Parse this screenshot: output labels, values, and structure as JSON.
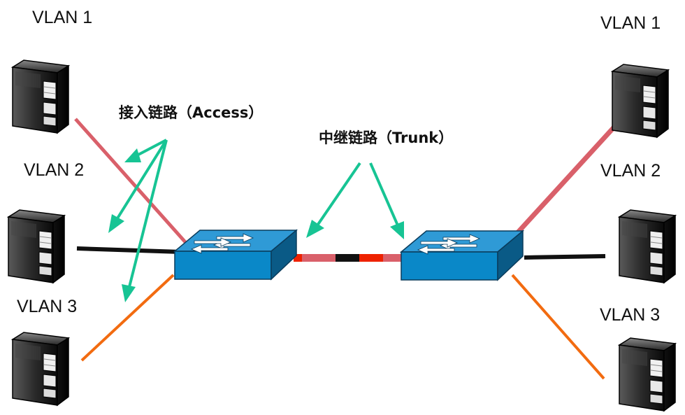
{
  "diagram": {
    "left_hosts": [
      {
        "vlan_label": "VLAN 1"
      },
      {
        "vlan_label": "VLAN 2"
      },
      {
        "vlan_label": "VLAN 3"
      }
    ],
    "right_hosts": [
      {
        "vlan_label": "VLAN 1"
      },
      {
        "vlan_label": "VLAN 2"
      },
      {
        "vlan_label": "VLAN 3"
      }
    ],
    "access_label": "接入链路（Access）",
    "trunk_label": "中继链路（Trunk）",
    "colors": {
      "vlan1": "#d9606a",
      "vlan2": "#111111",
      "vlan3": "#f26b10",
      "trunk_red": "#ee2200",
      "arrow": "#17c494",
      "switch_top": "#2f9ad6",
      "switch_front": "#0a88c8",
      "switch_side": "#0a5a86"
    },
    "icons": {
      "host": "server-tower-icon",
      "switch": "network-switch-icon",
      "arrow": "annotation-arrow"
    }
  }
}
